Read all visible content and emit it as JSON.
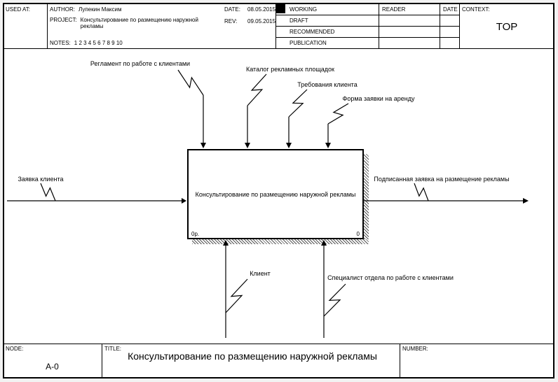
{
  "header": {
    "used_at_label": "USED AT:",
    "author_label": "AUTHOR:",
    "author_value": "Лупекин Максим",
    "project_label": "PROJECT:",
    "project_value": "Консультирование по размещению наружной рекламы",
    "notes_label": "NOTES:",
    "notes_value": "1 2 3 4 5 6 7 8 9 10",
    "date_label": "DATE:",
    "date_value": "08.05.2015",
    "rev_label": "REV:",
    "rev_value": "09.05.2015",
    "status_rows": [
      "WORKING",
      "DRAFT",
      "RECOMMENDED",
      "PUBLICATION"
    ],
    "reader_label": "READER",
    "reader_date_label": "DATE",
    "context_label": "CONTEXT:",
    "context_value": "TOP"
  },
  "diagram": {
    "activity": {
      "label": "Консультирование по размещению наружной рекламы",
      "cost": "0р.",
      "number": "0"
    },
    "controls": [
      "Регламент по работе с клиентами",
      "Каталог рекламных площадок",
      "Требования клиента",
      "Форма заявки на аренду"
    ],
    "inputs": [
      "Заявка клиента"
    ],
    "outputs": [
      "Подписанная заявка на размещение рекламы"
    ],
    "mechanisms": [
      "Клиент",
      "Специалист отдела по работе с клиентами"
    ]
  },
  "footer": {
    "node_label": "NODE:",
    "node_value": "A-0",
    "title_label": "TITLE:",
    "title_value": "Консультирование по размещению наружной рекламы",
    "number_label": "NUMBER:"
  }
}
